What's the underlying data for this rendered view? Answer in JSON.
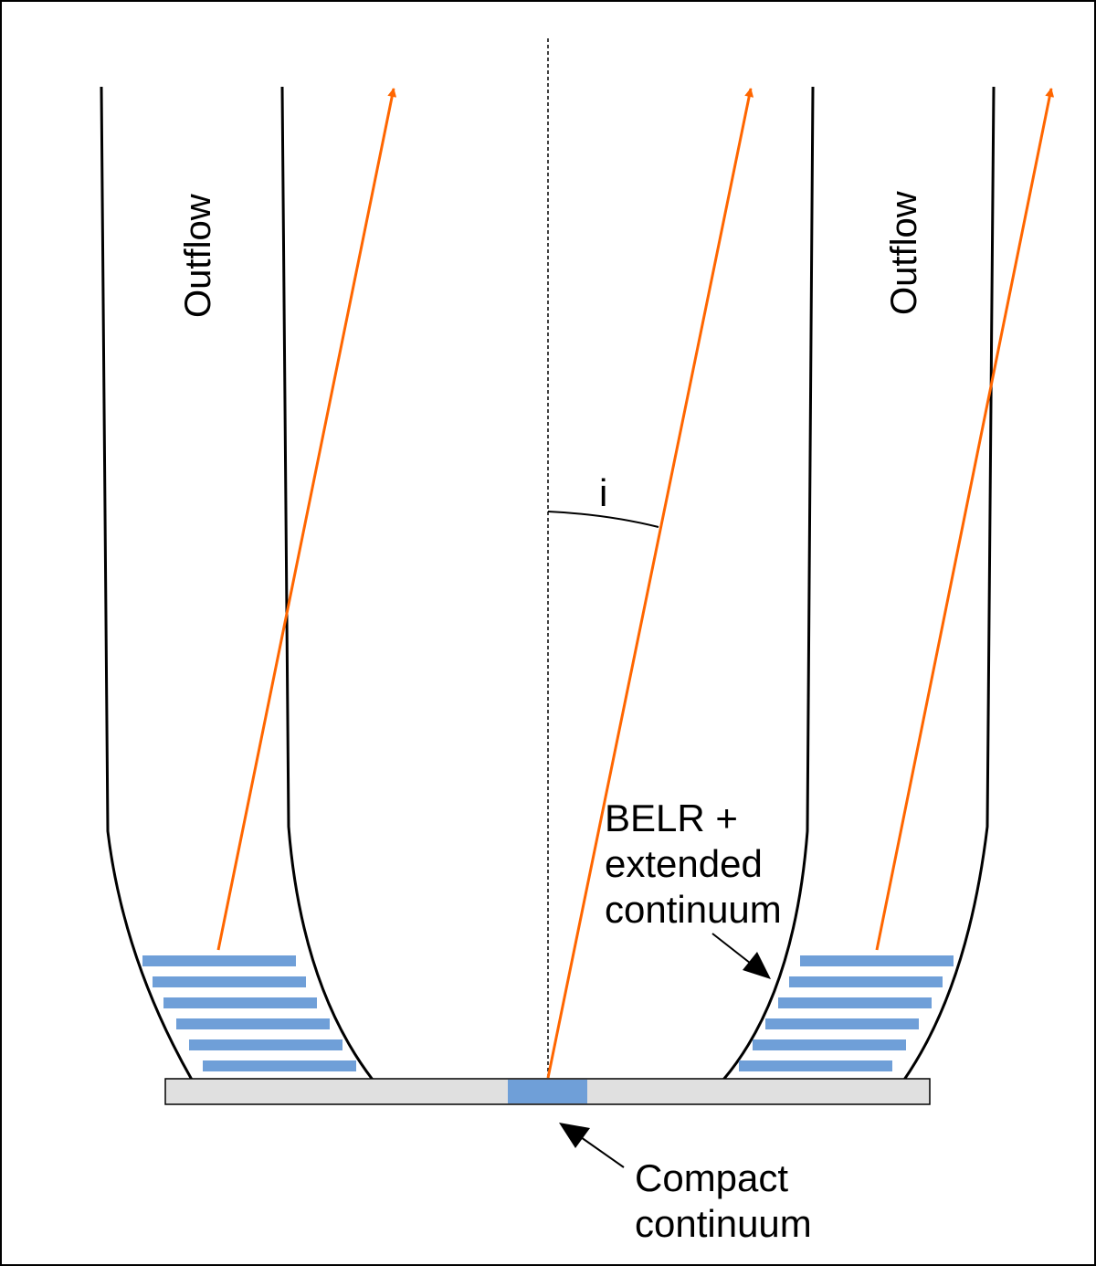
{
  "labels": {
    "outflow_left": "Outflow",
    "outflow_right": "Outflow",
    "inclination": "i",
    "belr_line1": "BELR +",
    "belr_line2": "extended",
    "belr_line3": "continuum",
    "compact_line1": "Compact",
    "compact_line2": "continuum"
  },
  "colors": {
    "ray": "#ff6600",
    "emission_bars": "#6f9fd8",
    "compact_source": "#6f9fd8",
    "disk": "#e0e0e0",
    "outline": "#000000"
  }
}
